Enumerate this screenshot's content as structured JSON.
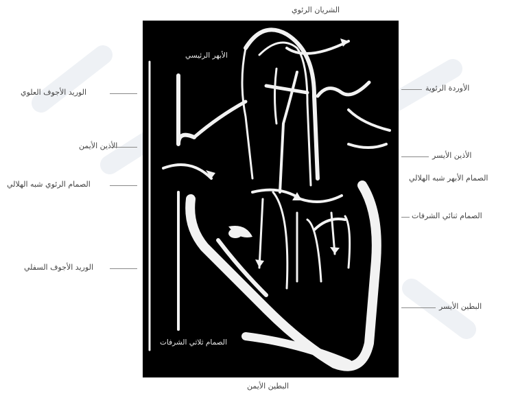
{
  "labels": {
    "pulmonary_artery": "الشريان الرئوي",
    "aorta": "الأبهر الرئيسي",
    "superior_vena_cava": "الوريد الأجوف العلوي",
    "pulmonary_veins": "الأوردة الرئوية",
    "right_atrium": "الأذين الأيمن",
    "left_atrium": "الأذين الأيسر",
    "aortic_semilunar_valve": "الصمام الأبهر شبه الهلالي",
    "pulmonary_semilunar_valve": "الصمام الرئوي شبه الهلالي",
    "bicuspid_valve": "الصمام ثنائي الشرفات",
    "inferior_vena_cava": "الوريد الأجوف السفلي",
    "left_ventricle": "البطين الأيسر",
    "tricuspid_valve": "الصمام ثلاثي الشرفات",
    "right_ventricle": "البطين الأيمن"
  }
}
